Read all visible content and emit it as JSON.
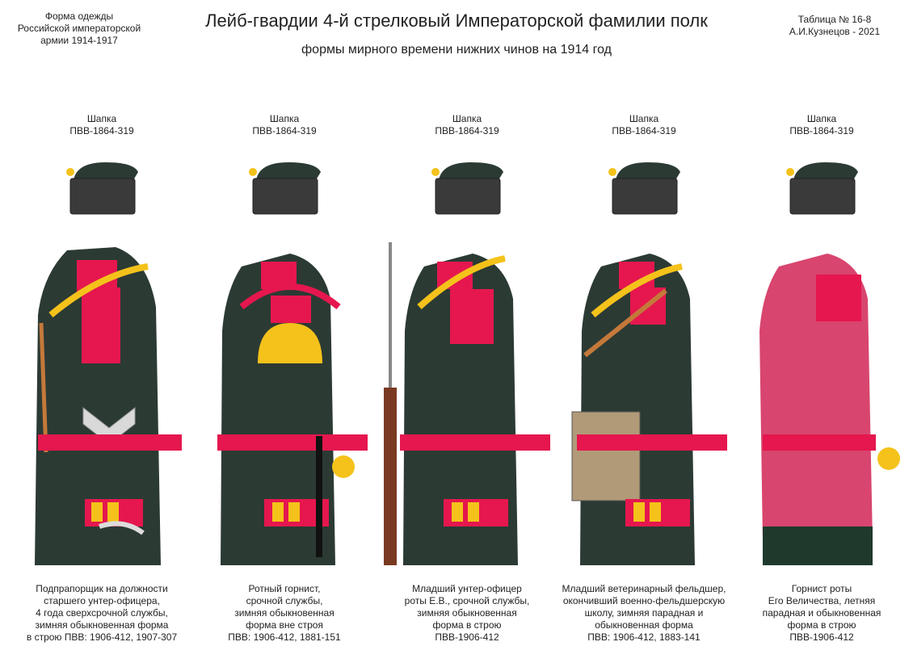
{
  "header": {
    "left": [
      "Форма одежды",
      "Российской императорской",
      "армии  1914-1917"
    ],
    "title": "Лейб-гвардии 4-й стрелковый Императорской фамилии полк",
    "subtitle": "формы мирного времени нижних чинов  на 1914 год",
    "right": [
      "Таблица № 16-8",
      "А.И.Кузнецов - 2021"
    ]
  },
  "colors": {
    "tunic": "#2c3a34",
    "collar": "#e5174e",
    "gold": "#f4c21a",
    "leather": "#c4793a",
    "summer_tunic": "#d8456e",
    "fur": "#3a3a3a",
    "satchel": "#b19a78"
  },
  "figures": [
    {
      "cap_label": "Шапка",
      "cap_code": "ПВВ-1864-319",
      "caption": [
        "Подпрапорщик на должности",
        "старшего унтер-офицера,",
        "4 года сверхсрочной службы,",
        "зимняя обыкновенная форма",
        "в строю ПВВ: 1906-412, 1907-307"
      ]
    },
    {
      "cap_label": "Шапка",
      "cap_code": "ПВВ-1864-319",
      "caption": [
        "Ротный горнист,",
        "срочной службы,",
        "зимняя обыкновенная",
        "форма вне строя",
        "ПВВ: 1906-412, 1881-151"
      ]
    },
    {
      "cap_label": "Шапка",
      "cap_code": "ПВВ-1864-319",
      "caption": [
        "Младший унтер-офицер",
        "роты Е.В., срочной службы,",
        "зимняя обыкновенная",
        "форма в строю",
        "ПВВ-1906-412"
      ]
    },
    {
      "cap_label": "Шапка",
      "cap_code": "ПВВ-1864-319",
      "caption": [
        "Младший ветеринарный фельдшер,",
        "окончивший военно-фельдшерскую",
        "школу, зимняя парадная и",
        "обыкновенная форма",
        "ПВВ: 1906-412, 1883-141"
      ]
    },
    {
      "cap_label": "Шапка",
      "cap_code": "ПВВ-1864-319",
      "caption": [
        "Горнист роты",
        "Его Величества, летняя",
        "парадная и  обыкновенная",
        "форма в строю",
        "ПВВ-1906-412"
      ]
    }
  ]
}
